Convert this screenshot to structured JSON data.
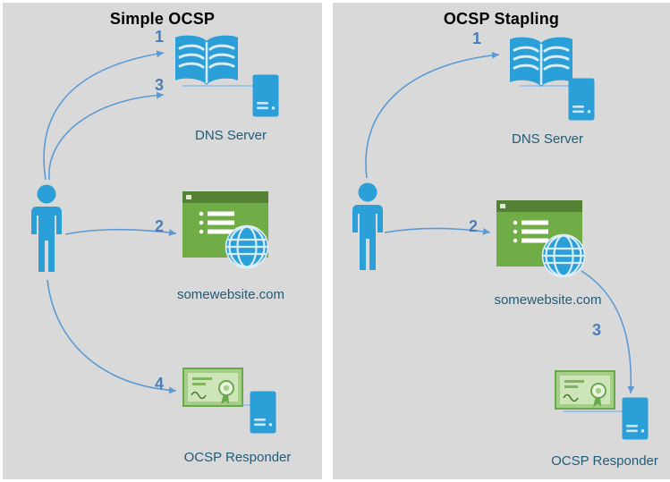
{
  "colors": {
    "panel_bg": "#D9D9D9",
    "icon_blue": "#2B9FD8",
    "icon_blue_light": "#CDE6F7",
    "arrow_blue": "#5B9BD5",
    "step_number_blue": "#4A7EBB",
    "node_label_teal": "#1F5C78",
    "browser_green": "#70AD47",
    "browser_header_green": "#548235",
    "certificate_green": "#A5CE86",
    "certificate_border_green": "#6AA84F",
    "title_color": "#000000"
  },
  "panels": [
    {
      "title": "Simple OCSP",
      "actor": {
        "icon": "person-icon"
      },
      "nodes": [
        {
          "label": "DNS Server",
          "icons": [
            "open-book-icon",
            "server-tower-icon"
          ]
        },
        {
          "label": "somewebsite.com",
          "icons": [
            "browser-window-icon",
            "globe-icon"
          ]
        },
        {
          "label": "OCSP Responder",
          "icons": [
            "certificate-icon",
            "server-tower-icon"
          ]
        }
      ],
      "steps": [
        "1",
        "3",
        "2",
        "4"
      ]
    },
    {
      "title": "OCSP Stapling",
      "actor": {
        "icon": "person-icon"
      },
      "nodes": [
        {
          "label": "DNS Server",
          "icons": [
            "open-book-icon",
            "server-tower-icon"
          ]
        },
        {
          "label": "somewebsite.com",
          "icons": [
            "browser-window-icon",
            "globe-icon"
          ]
        },
        {
          "label": "OCSP Responder",
          "icons": [
            "certificate-icon",
            "server-tower-icon"
          ]
        }
      ],
      "steps": [
        "1",
        "2",
        "3"
      ]
    }
  ]
}
